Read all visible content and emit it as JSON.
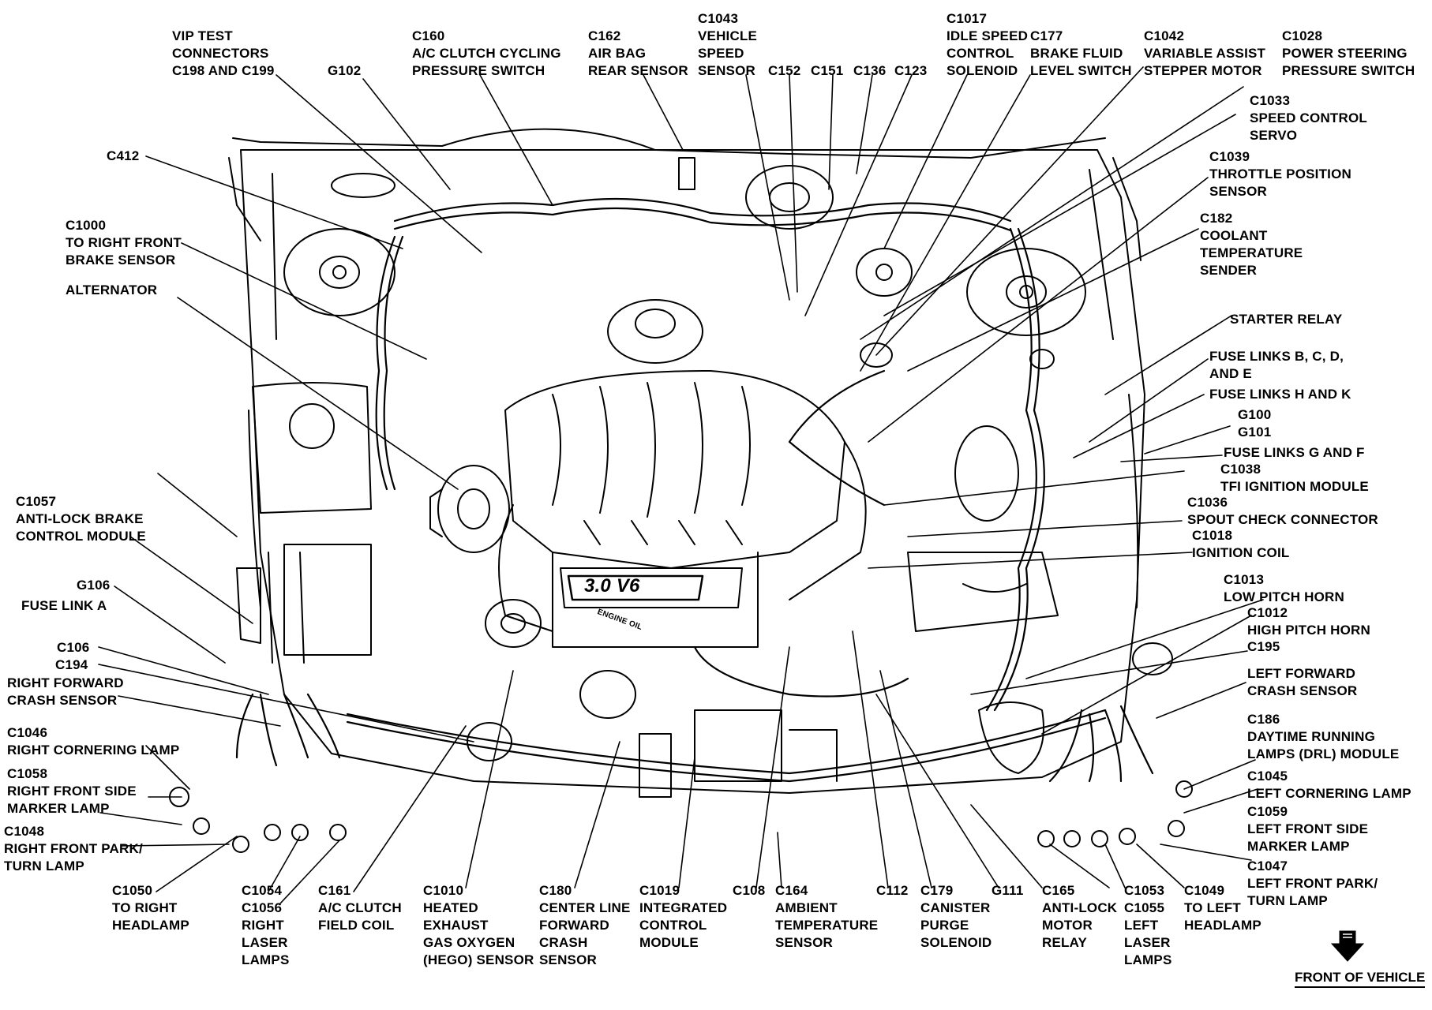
{
  "diagram": {
    "labels": [
      {
        "id": "vip-test",
        "text": "VIP TEST\nCONNECTORS\nC198 AND C199"
      },
      {
        "id": "g102",
        "text": "G102"
      },
      {
        "id": "c160",
        "text": "C160\nA/C CLUTCH CYCLING\nPRESSURE SWITCH"
      },
      {
        "id": "c162",
        "text": "C162\nAIR BAG\nREAR SENSOR"
      },
      {
        "id": "c1043",
        "text": "C1043\nVEHICLE\nSPEED\nSENSOR"
      },
      {
        "id": "c152",
        "text": "C152"
      },
      {
        "id": "c151",
        "text": "C151"
      },
      {
        "id": "c136",
        "text": "C136"
      },
      {
        "id": "c123",
        "text": "C123"
      },
      {
        "id": "c1017",
        "text": "C1017\nIDLE SPEED\nCONTROL\nSOLENOID"
      },
      {
        "id": "c177",
        "text": "C177\nBRAKE FLUID\nLEVEL SWITCH"
      },
      {
        "id": "c1042",
        "text": "C1042\nVARIABLE ASSIST\nSTEPPER MOTOR"
      },
      {
        "id": "c1028",
        "text": "C1028\nPOWER STEERING\nPRESSURE SWITCH"
      },
      {
        "id": "c1033",
        "text": "C1033\nSPEED CONTROL\nSERVO"
      },
      {
        "id": "c1039",
        "text": "C1039\nTHROTTLE POSITION\nSENSOR"
      },
      {
        "id": "c182",
        "text": "C182\nCOOLANT\nTEMPERATURE\nSENDER"
      },
      {
        "id": "starter-relay",
        "text": "STARTER RELAY"
      },
      {
        "id": "fuse-bcde",
        "text": "FUSE LINKS B, C, D,\nAND E"
      },
      {
        "id": "fuse-hk",
        "text": "FUSE LINKS H AND K"
      },
      {
        "id": "g100",
        "text": "G100\nG101"
      },
      {
        "id": "fuse-gf",
        "text": "FUSE LINKS G AND F"
      },
      {
        "id": "c1038",
        "text": "C1038\nTFI IGNITION MODULE"
      },
      {
        "id": "c1036",
        "text": "C1036\nSPOUT CHECK CONNECTOR"
      },
      {
        "id": "c1018",
        "text": "C1018\nIGNITION COIL"
      },
      {
        "id": "c1013",
        "text": "C1013\nLOW PITCH HORN"
      },
      {
        "id": "c1012",
        "text": "C1012\nHIGH PITCH HORN"
      },
      {
        "id": "c195",
        "text": "C195"
      },
      {
        "id": "left-crash",
        "text": "LEFT FORWARD\nCRASH SENSOR"
      },
      {
        "id": "c186",
        "text": "C186\nDAYTIME RUNNING\nLAMPS (DRL) MODULE"
      },
      {
        "id": "c1045",
        "text": "C1045\nLEFT CORNERING LAMP"
      },
      {
        "id": "c1059",
        "text": "C1059\nLEFT FRONT SIDE\nMARKER LAMP"
      },
      {
        "id": "c1047",
        "text": "C1047\nLEFT FRONT PARK/\nTURN LAMP"
      },
      {
        "id": "c412",
        "text": "C412"
      },
      {
        "id": "c1000",
        "text": "C1000\nTO RIGHT FRONT\nBRAKE SENSOR"
      },
      {
        "id": "alternator",
        "text": "ALTERNATOR"
      },
      {
        "id": "c1057",
        "text": "C1057\nANTI-LOCK BRAKE\nCONTROL MODULE"
      },
      {
        "id": "g106",
        "text": "G106"
      },
      {
        "id": "fuse-a",
        "text": "FUSE LINK A"
      },
      {
        "id": "c106",
        "text": "C106"
      },
      {
        "id": "c194",
        "text": "C194"
      },
      {
        "id": "right-crash",
        "text": "RIGHT FORWARD\nCRASH SENSOR"
      },
      {
        "id": "c1046",
        "text": "C1046\nRIGHT CORNERING LAMP"
      },
      {
        "id": "c1058",
        "text": "C1058\nRIGHT FRONT SIDE\nMARKER LAMP"
      },
      {
        "id": "c1048",
        "text": "C1048\nRIGHT FRONT PARK/\nTURN LAMP"
      },
      {
        "id": "c1050",
        "text": "C1050\nTO RIGHT\nHEADLAMP"
      },
      {
        "id": "c1054",
        "text": "C1054\nC1056\nRIGHT\nLASER\nLAMPS"
      },
      {
        "id": "c161",
        "text": "C161\nA/C CLUTCH\nFIELD COIL"
      },
      {
        "id": "c1010",
        "text": "C1010\nHEATED\nEXHAUST\nGAS OXYGEN\n(HEGO) SENSOR"
      },
      {
        "id": "c180",
        "text": "C180\nCENTER LINE\nFORWARD\nCRASH\nSENSOR"
      },
      {
        "id": "c1019",
        "text": "C1019\nINTEGRATED\nCONTROL\nMODULE"
      },
      {
        "id": "c108",
        "text": "C108"
      },
      {
        "id": "c164",
        "text": "C164\nAMBIENT\nTEMPERATURE\nSENSOR"
      },
      {
        "id": "c112",
        "text": "C112"
      },
      {
        "id": "c179",
        "text": "C179\nCANISTER\nPURGE\nSOLENOID"
      },
      {
        "id": "g111",
        "text": "G111"
      },
      {
        "id": "c165",
        "text": "C165\nANTI-LOCK\nMOTOR\nRELAY"
      },
      {
        "id": "c1053",
        "text": "C1053\nC1055\nLEFT\nLASER\nLAMPS"
      },
      {
        "id": "c1049",
        "text": "C1049\nTO LEFT\nHEADLAMP"
      }
    ],
    "engine_badge": "3.0 V6",
    "oil_cap": "ENGINE OIL",
    "front_of_vehicle": "FRONT OF VEHICLE"
  }
}
